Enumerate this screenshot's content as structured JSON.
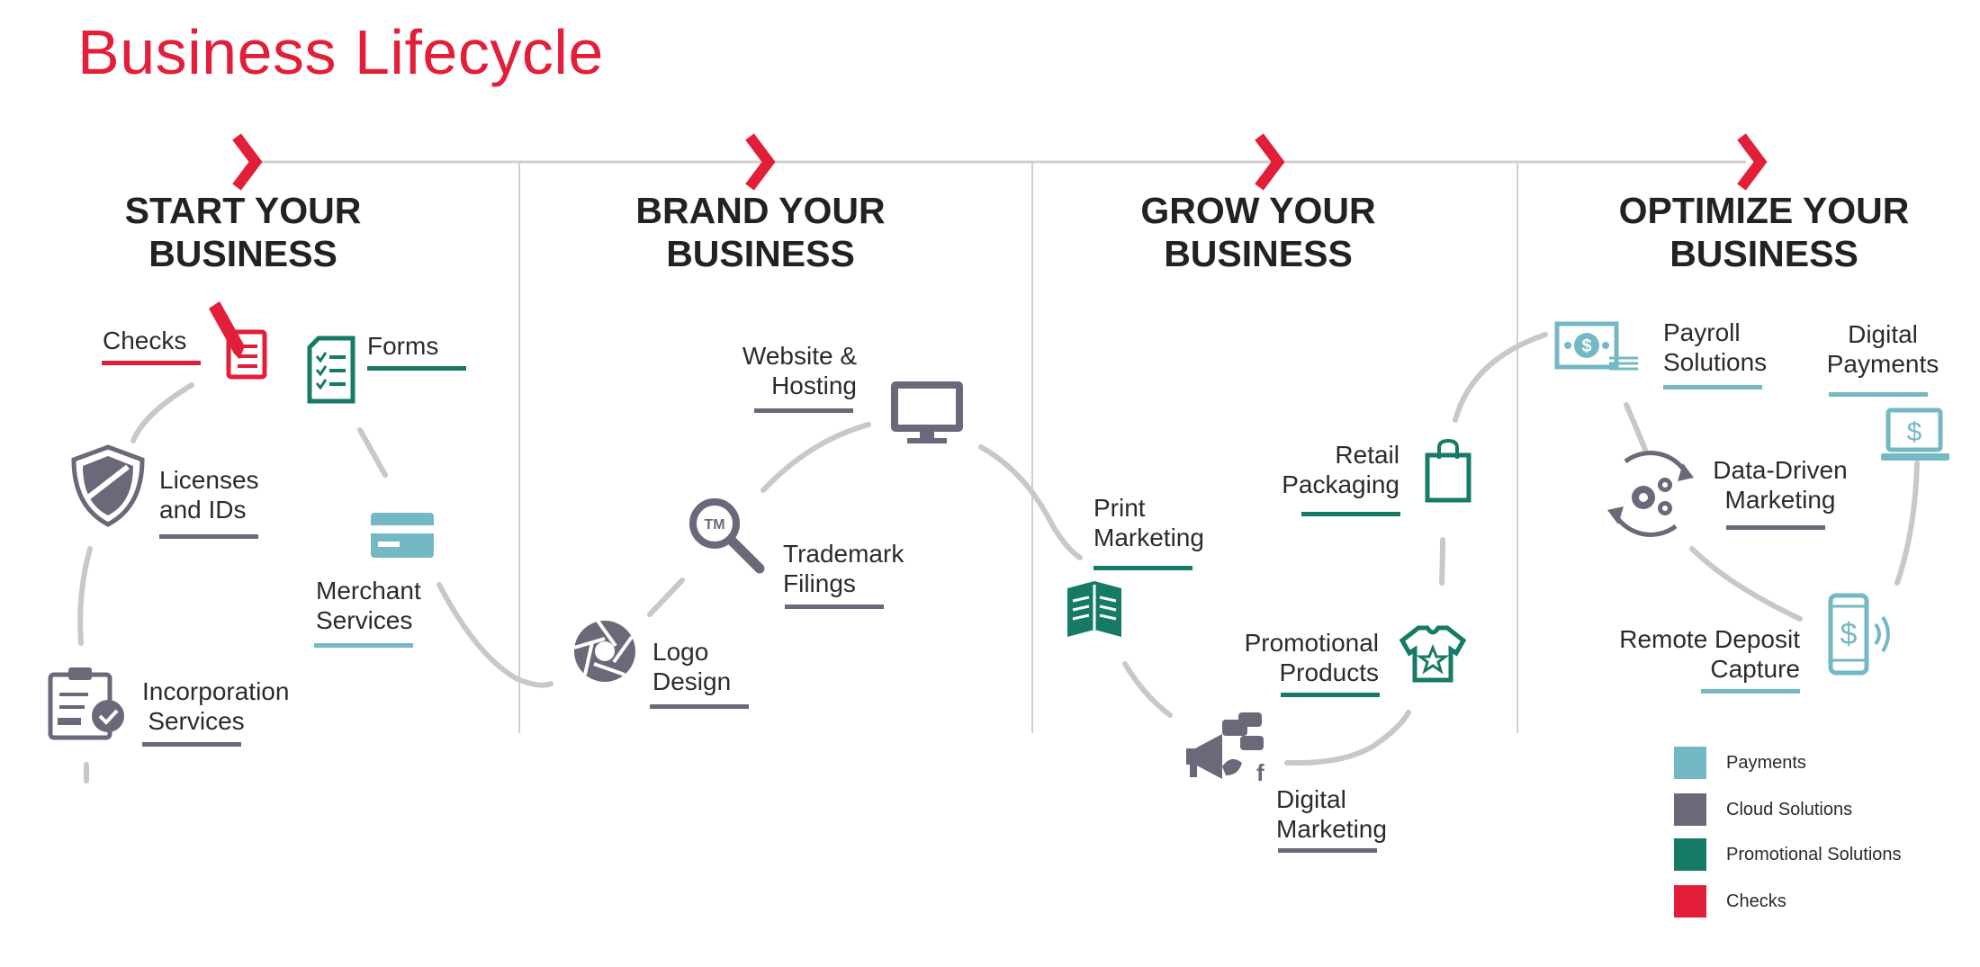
{
  "title": "Business Lifecycle",
  "colors": {
    "payments": "#74b8c3",
    "cloud": "#6b6879",
    "promotional": "#157a66",
    "checks": "#e31e38",
    "path": "#c8c8c8",
    "divider": "#d0d0d0"
  },
  "phases": [
    {
      "line1": "START YOUR",
      "line2": "BUSINESS"
    },
    {
      "line1": "BRAND YOUR",
      "line2": "BUSINESS"
    },
    {
      "line1": "GROW YOUR",
      "line2": "BUSINESS"
    },
    {
      "line1": "OPTIMIZE YOUR",
      "line2": "BUSINESS"
    }
  ],
  "items": {
    "checks": {
      "line1": "Checks",
      "category": "checks",
      "icon": "check-pen-icon"
    },
    "forms": {
      "line1": "Forms",
      "category": "promotional",
      "icon": "forms-checklist-icon"
    },
    "licenses": {
      "line1": "Licenses",
      "line2": "and IDs",
      "category": "cloud",
      "icon": "shield-icon"
    },
    "merchant": {
      "line1": "Merchant",
      "line2": "Services",
      "category": "payments",
      "icon": "credit-card-icon"
    },
    "incorporation": {
      "line1": "Incorporation",
      "line2": "Services",
      "category": "cloud",
      "icon": "clipboard-check-icon"
    },
    "website": {
      "line1": "Website &",
      "line2": "Hosting",
      "category": "cloud",
      "icon": "monitor-icon"
    },
    "trademark": {
      "line1": "Trademark",
      "line2": "Filings",
      "category": "cloud",
      "icon": "trademark-magnifier-icon"
    },
    "logo": {
      "line1": "Logo",
      "line2": "Design",
      "category": "cloud",
      "icon": "aperture-icon"
    },
    "print": {
      "line1": "Print",
      "line2": "Marketing",
      "category": "promotional",
      "icon": "newspaper-icon"
    },
    "retail": {
      "line1": "Retail",
      "line2": "Packaging",
      "category": "promotional",
      "icon": "shopping-bag-icon"
    },
    "promo": {
      "line1": "Promotional",
      "line2": "Products",
      "category": "promotional",
      "icon": "tshirt-star-icon"
    },
    "digital_mkt": {
      "line1": "Digital",
      "line2": "Marketing",
      "category": "cloud",
      "icon": "megaphone-social-icon"
    },
    "payroll": {
      "line1": "Payroll",
      "line2": "Solutions",
      "category": "payments",
      "icon": "cash-bill-icon"
    },
    "digital_pay": {
      "line1": "Digital",
      "line2": "Payments",
      "category": "payments",
      "icon": "laptop-dollar-icon"
    },
    "data_mkt": {
      "line1": "Data-Driven",
      "line2": "Marketing",
      "category": "cloud",
      "icon": "gears-cycle-icon"
    },
    "rdc": {
      "line1": "Remote Deposit",
      "line2": "Capture",
      "category": "payments",
      "icon": "phone-dollar-icon"
    }
  },
  "legend": [
    {
      "label": "Payments",
      "color": "#74b8c3"
    },
    {
      "label": "Cloud Solutions",
      "color": "#6b6879"
    },
    {
      "label": "Promotional Solutions",
      "color": "#157a66"
    },
    {
      "label": "Checks",
      "color": "#e31e38"
    }
  ]
}
